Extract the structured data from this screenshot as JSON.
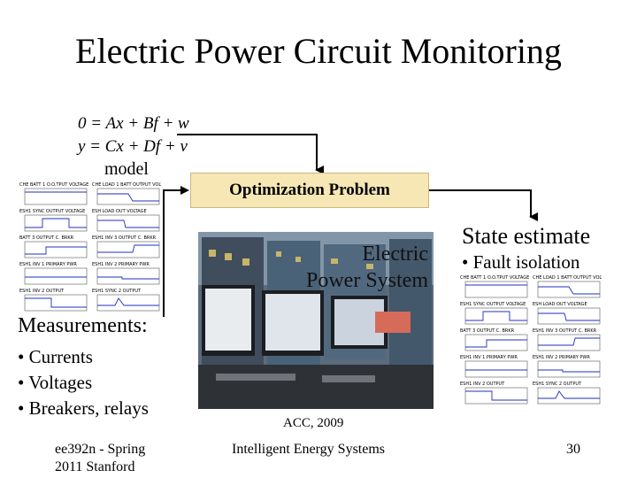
{
  "slide": {
    "title": "Electric Power Circuit Monitoring",
    "equations": [
      "0 = Ax + Bf + w",
      "y = Cx + Df + v"
    ],
    "model_label": "model",
    "optimization_label": "Optimization Problem",
    "photo_label": [
      "Electric",
      "Power System"
    ],
    "state_estimate": "State estimate",
    "fault_isolation": "• Fault isolation",
    "measurements": {
      "title": "Measurements:",
      "items": [
        "• Currents",
        "• Voltages",
        "• Breakers, relays"
      ]
    },
    "venue": "ACC, 2009",
    "footer": {
      "left": [
        "ee392n - Spring",
        "2011 Stanford"
      ],
      "center": "Intelligent Energy Systems",
      "page": "30"
    },
    "plot_titles": [
      "CHE BATT 1 O.O.TPUT VOLTAGE",
      "CHE LOAD 1 BATT OUTPUT VOLTAGE",
      "ESH1 SYNC OUTPUT VOLTAGE",
      "ESH LOAD OUT VOLTAGE",
      "BATT 3 OUTPUT C. BRKR",
      "ESH1 INV 3 OUTPUT C. BRKR",
      "ESH1 INV 1 PRIMARY PWR",
      "ESH1 INV 2 PRIMARY PWR",
      "ESH1 INV 2 OUTPUT",
      "ESH1 SYNC 2 OUTPUT"
    ]
  }
}
